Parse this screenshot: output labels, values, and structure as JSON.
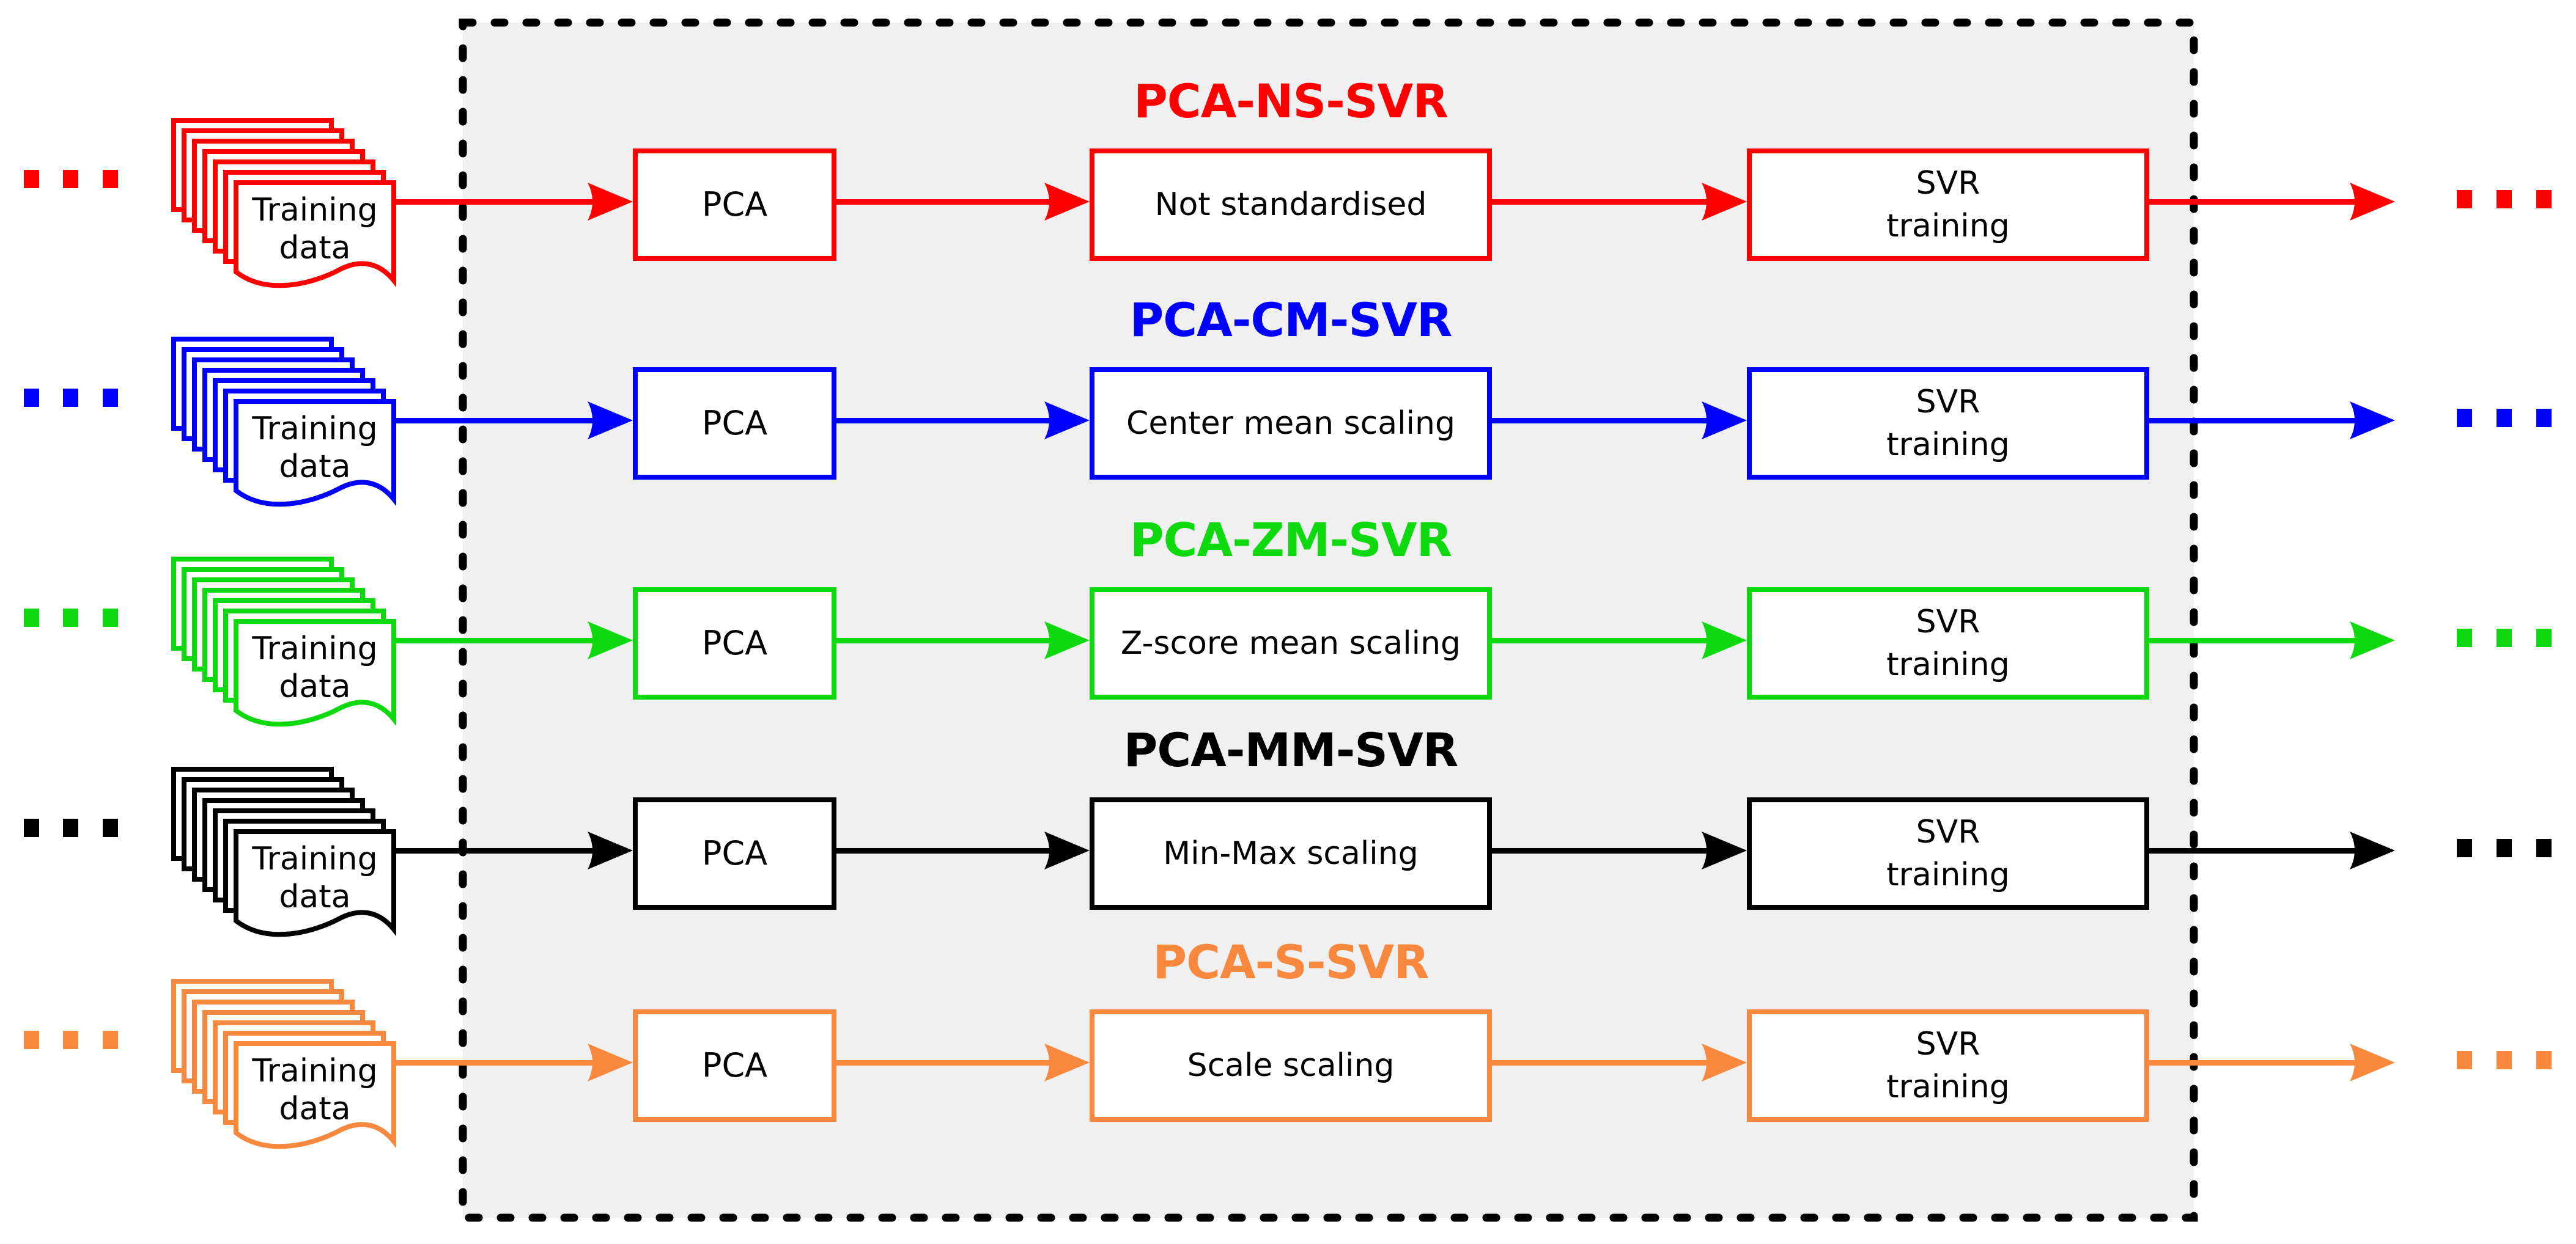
{
  "canvas": {
    "background": "#ffffff",
    "region_fill": "#f0f0f0",
    "region_border_color": "#000000"
  },
  "stack_label": {
    "line1": "Training",
    "line2": "data"
  },
  "pca_label": "PCA",
  "svr_label": {
    "line1": "SVR",
    "line2": "training"
  },
  "rows": [
    {
      "name": "ns",
      "color": "#ff0000",
      "title": "PCA-NS-SVR",
      "method": "Not standardised"
    },
    {
      "name": "cm",
      "color": "#0000ff",
      "title": "PCA-CM-SVR",
      "method": "Center mean scaling"
    },
    {
      "name": "zm",
      "color": "#0ed80e",
      "title": "PCA-ZM-SVR",
      "method": "Z-score mean scaling"
    },
    {
      "name": "mm",
      "color": "#000000",
      "title": "PCA-MM-SVR",
      "method": "Min-Max scaling"
    },
    {
      "name": "s",
      "color": "#f8883d",
      "title": "PCA-S-SVR",
      "method": "Scale scaling"
    }
  ]
}
